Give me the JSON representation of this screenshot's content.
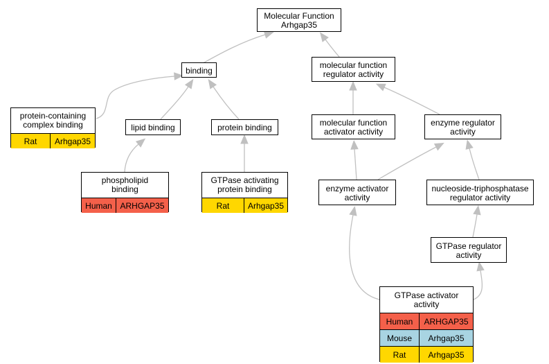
{
  "diagram": {
    "colors": {
      "edge": "#c0c0c0",
      "human": "#f4604a",
      "mouse": "#a8d4e2",
      "rat": "#ffd700"
    },
    "nodes": {
      "mf": {
        "label": "Molecular Function\nArhgap35"
      },
      "binding": {
        "label": "binding"
      },
      "mfreg": {
        "label": "molecular function\nregulator activity"
      },
      "pcb": {
        "label": "protein-containing\ncomplex binding",
        "orthologs": [
          {
            "species": "Rat",
            "gene": "Arhgap35",
            "color": "#ffd700"
          }
        ]
      },
      "lipid": {
        "label": "lipid binding"
      },
      "protein": {
        "label": "protein binding"
      },
      "mfact": {
        "label": "molecular function\nactivator activity"
      },
      "enzreg": {
        "label": "enzyme regulator\nactivity"
      },
      "phospho": {
        "label": "phospholipid\nbinding",
        "orthologs": [
          {
            "species": "Human",
            "gene": "ARHGAP35",
            "color": "#f4604a"
          }
        ]
      },
      "gtpapb": {
        "label": "GTPase activating\nprotein binding",
        "orthologs": [
          {
            "species": "Rat",
            "gene": "Arhgap35",
            "color": "#ffd700"
          }
        ]
      },
      "enzact": {
        "label": "enzyme activator\nactivity"
      },
      "ntpreg": {
        "label": "nucleoside-triphosphatase\nregulator activity"
      },
      "gtpreg": {
        "label": "GTPase regulator\nactivity"
      },
      "gtpact": {
        "label": "GTPase activator\nactivity",
        "orthologs": [
          {
            "species": "Human",
            "gene": "ARHGAP35",
            "color": "#f4604a"
          },
          {
            "species": "Mouse",
            "gene": "Arhgap35",
            "color": "#a8d4e2"
          },
          {
            "species": "Rat",
            "gene": "Arhgap35",
            "color": "#ffd700"
          }
        ]
      }
    },
    "edges": [
      {
        "from": "binding",
        "to": "mf"
      },
      {
        "from": "mfreg",
        "to": "mf"
      },
      {
        "from": "pcb",
        "to": "binding"
      },
      {
        "from": "lipid",
        "to": "binding"
      },
      {
        "from": "protein",
        "to": "binding"
      },
      {
        "from": "mfact",
        "to": "mfreg"
      },
      {
        "from": "enzreg",
        "to": "mfreg"
      },
      {
        "from": "phospho",
        "to": "lipid"
      },
      {
        "from": "gtpapb",
        "to": "protein"
      },
      {
        "from": "enzact",
        "to": "mfact"
      },
      {
        "from": "enzact",
        "to": "enzreg"
      },
      {
        "from": "ntpreg",
        "to": "enzreg"
      },
      {
        "from": "gtpreg",
        "to": "ntpreg"
      },
      {
        "from": "gtpact",
        "to": "enzact"
      },
      {
        "from": "gtpact",
        "to": "gtpreg"
      }
    ]
  }
}
